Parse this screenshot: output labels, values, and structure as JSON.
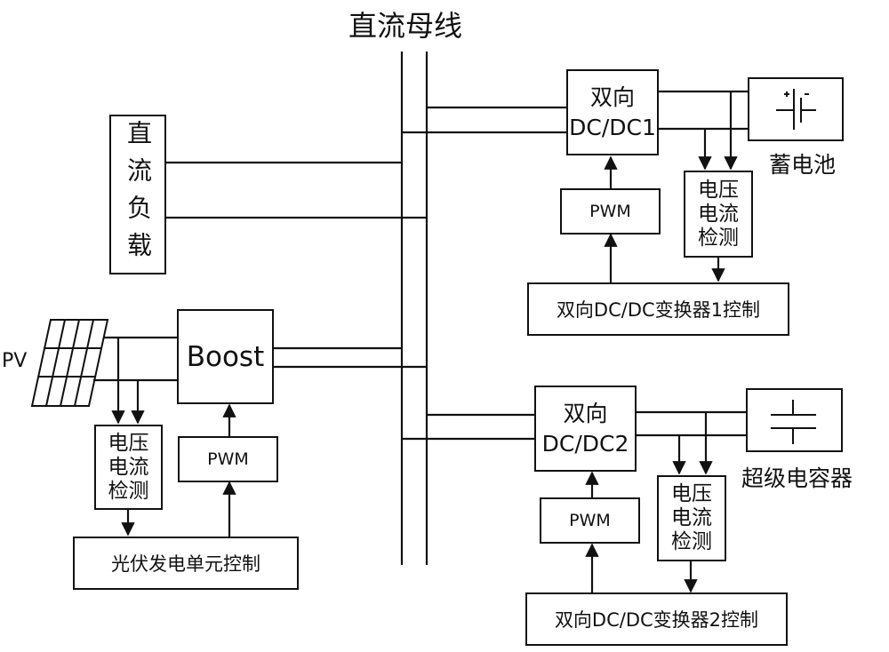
{
  "title": "直流母线",
  "dc_load": {
    "label": "直流负载"
  },
  "pv": {
    "label": "PV",
    "icon": "solar-panel-icon"
  },
  "boost": {
    "label": "Boost"
  },
  "pv_side": {
    "sense": {
      "line1": "电压",
      "line2": "电流",
      "line3": "检测"
    },
    "pwm": {
      "label": "PWM"
    },
    "control": {
      "label": "光伏发电单元控制"
    }
  },
  "battery_branch": {
    "converter": {
      "line1": "双向",
      "line2": "DC/DC1"
    },
    "storage": {
      "label": "蓄电池",
      "icon": "battery-icon"
    },
    "pwm": {
      "label": "PWM"
    },
    "sense": {
      "line1": "电压",
      "line2": "电流",
      "line3": "检测"
    },
    "control": {
      "label": "双向DC/DC变换器1控制"
    }
  },
  "supercap_branch": {
    "converter": {
      "line1": "双向",
      "line2": "DC/DC2"
    },
    "storage": {
      "label": "超级电容器",
      "icon": "capacitor-icon"
    },
    "pwm": {
      "label": "PWM"
    },
    "sense": {
      "line1": "电压",
      "line2": "电流",
      "line3": "检测"
    },
    "control": {
      "label": "双向DC/DC变换器2控制"
    }
  },
  "colors": {
    "stroke": "#111111",
    "background": "#ffffff"
  }
}
